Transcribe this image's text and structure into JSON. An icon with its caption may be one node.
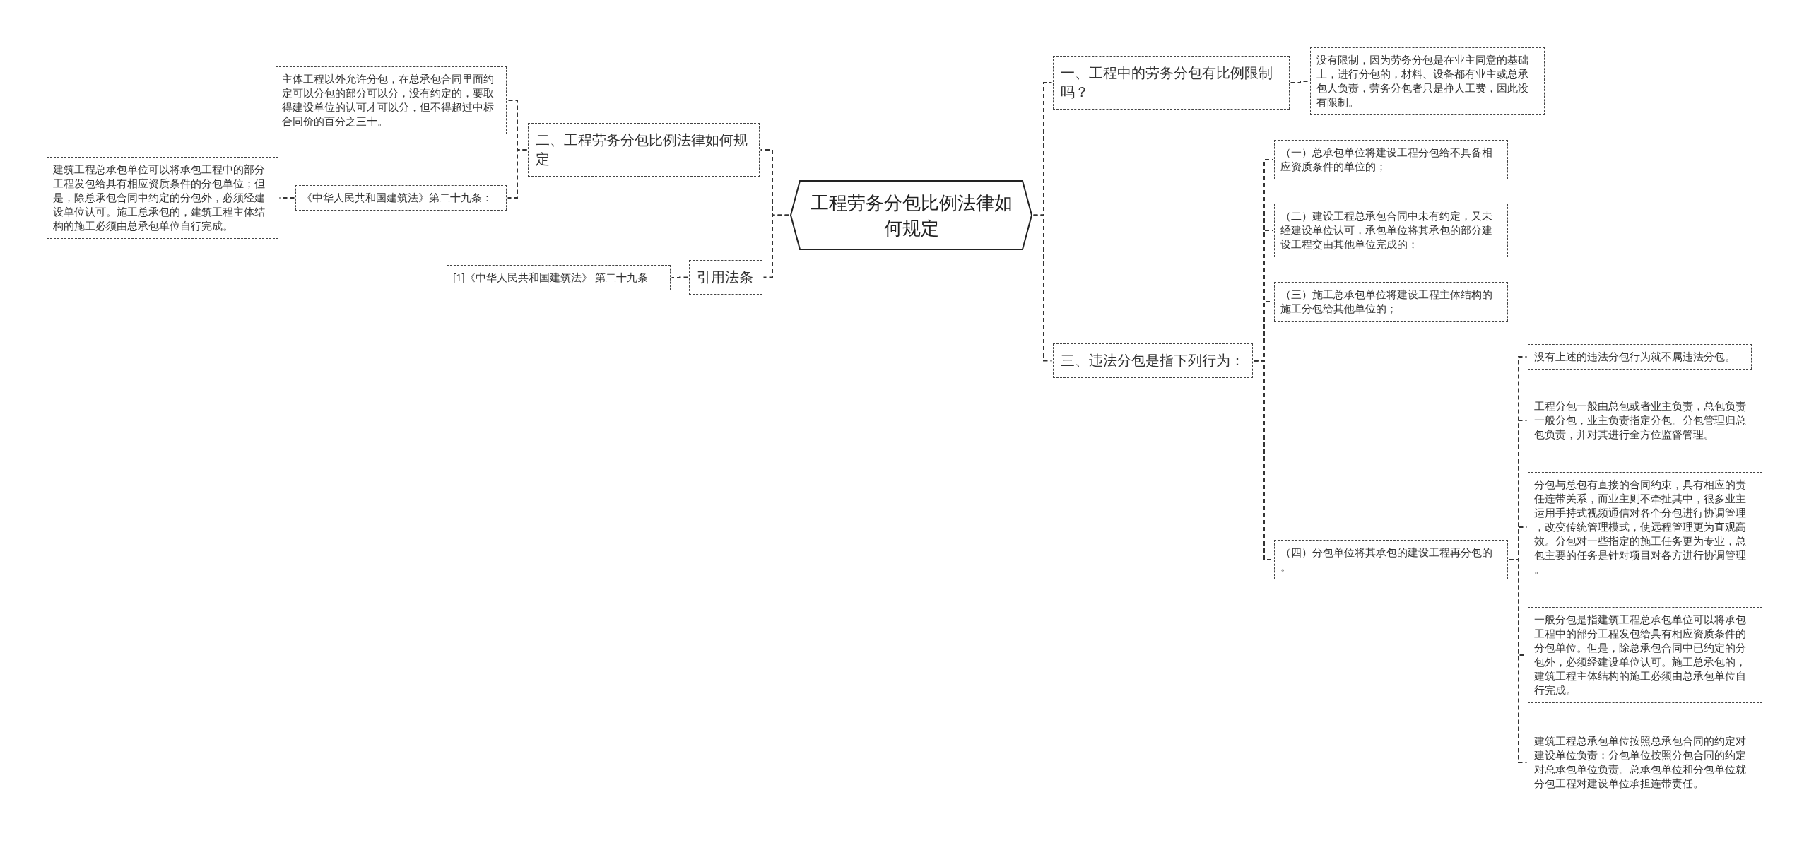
{
  "diagram": {
    "nodes": [
      {
        "text": [
          "工程劳务分包比例法律如何规定"
        ]
      },
      {
        "text": [
          "一、工程中的劳务分包有比例限制吗？"
        ]
      },
      {
        "text": [
          "没有限制，因为劳务分包是在业主同意的基础上，进行分包的，材料、设备都有业主或总承包人负责，劳务分包者只是挣人工费，因此没有限制。"
        ]
      },
      {
        "text": [
          "二、工程劳务分包比例法律如何规定"
        ]
      },
      {
        "text": [
          "主体工程以外允许分包，在总承包合同里面约定可以分包的部分可以分，没有约定的，要取得建设单位的认可才可以分，但不得超过中标合同价的百分之三十。"
        ]
      },
      {
        "text": [
          "《中华人民共和国建筑法》第二十九条："
        ]
      },
      {
        "text": [
          "建筑工程总承包单位可以将承包工程中的部分工程发包给具有相应资质条件的分包单位；但是，除总承包合同中约定的分包外，必须经建设单位认可。施工总承包的，建筑工程主体结构的施工必须由总承包单位自行完成。"
        ]
      },
      {
        "text": [
          "三、违法分包是指下列行为："
        ]
      },
      {
        "text": [
          "（一）总承包单位将建设工程分包给不具备相应资质条件的单位的；"
        ]
      },
      {
        "text": [
          "（二）建设工程总承包合同中未有约定，又未经建设单位认可，承包单位将其承包的部分建设工程交由其他单位完成的；"
        ]
      },
      {
        "text": [
          "（三）施工总承包单位将建设工程主体结构的施工分包给其他单位的；"
        ]
      },
      {
        "text": [
          "（四）分包单位将其承包的建设工程再分包的。"
        ]
      },
      {
        "text": [
          "没有上述的违法分包行为就不属违法分包。"
        ]
      },
      {
        "text": [
          "工程分包一般由总包或者业主负责，总包负责一般分包，业主负责指定分包。分包管理归总包负责，并对其进行全方位监督管理。"
        ]
      },
      {
        "text": [
          "分包与总包有直接的合同约束，具有相应的责任连带关系，而业主则不牵扯其中，很多业主运用手持式视频通信对各个分包进行协调管理，改变传统管理模式，使远程管理更为直观高效。分包对一些指定的施工任务更为专业，总包主要的任务是针对项目对各方进行协调管理。"
        ]
      },
      {
        "text": [
          "一般分包是指建筑工程总承包单位可以将承包工程中的部分工程发包给具有相应资质条件的分包单位。但是，除总承包合同中已约定的分包外，必须经建设单位认可。施工总承包的，建筑工程主体结构的施工必须由总承包单位自行完成。"
        ]
      },
      {
        "text": [
          "建筑工程总承包单位按照总承包合同的约定对建设单位负责；分包单位按照分包合同的约定对总承包单位负责。总承包单位和分包单位就分包工程对建设单位承担连带责任。"
        ]
      },
      {
        "text": [
          "引用法条"
        ]
      },
      {
        "text": [
          "[1]《中华人民共和国建筑法》 第二十九条"
        ]
      }
    ],
    "edges": [
      {
        "from": 0,
        "to": 1,
        "arrow": "none",
        "style": "dashed"
      },
      {
        "from": 1,
        "to": 2,
        "arrow": "none",
        "style": "dashed"
      },
      {
        "from": 0,
        "to": 3,
        "arrow": "none",
        "style": "dashed"
      },
      {
        "from": 3,
        "to": 4,
        "arrow": "none",
        "style": "dashed"
      },
      {
        "from": 3,
        "to": 5,
        "arrow": "none",
        "style": "dashed"
      },
      {
        "from": 5,
        "to": 6,
        "arrow": "none",
        "style": "dashed"
      },
      {
        "from": 0,
        "to": 7,
        "arrow": "none",
        "style": "dashed"
      },
      {
        "from": 7,
        "to": 8,
        "arrow": "none",
        "style": "dashed"
      },
      {
        "from": 7,
        "to": 9,
        "arrow": "none",
        "style": "dashed"
      },
      {
        "from": 7,
        "to": 10,
        "arrow": "none",
        "style": "dashed"
      },
      {
        "from": 7,
        "to": 11,
        "arrow": "none",
        "style": "dashed"
      },
      {
        "from": 11,
        "to": 12,
        "arrow": "none",
        "style": "dashed"
      },
      {
        "from": 11,
        "to": 13,
        "arrow": "none",
        "style": "dashed"
      },
      {
        "from": 11,
        "to": 14,
        "arrow": "none",
        "style": "dashed"
      },
      {
        "from": 11,
        "to": 15,
        "arrow": "none",
        "style": "dashed"
      },
      {
        "from": 11,
        "to": 16,
        "arrow": "none",
        "style": "dashed"
      },
      {
        "from": 0,
        "to": 17,
        "arrow": "none",
        "style": "dashed"
      },
      {
        "from": 17,
        "to": 18,
        "arrow": "none",
        "style": "dashed"
      }
    ]
  }
}
